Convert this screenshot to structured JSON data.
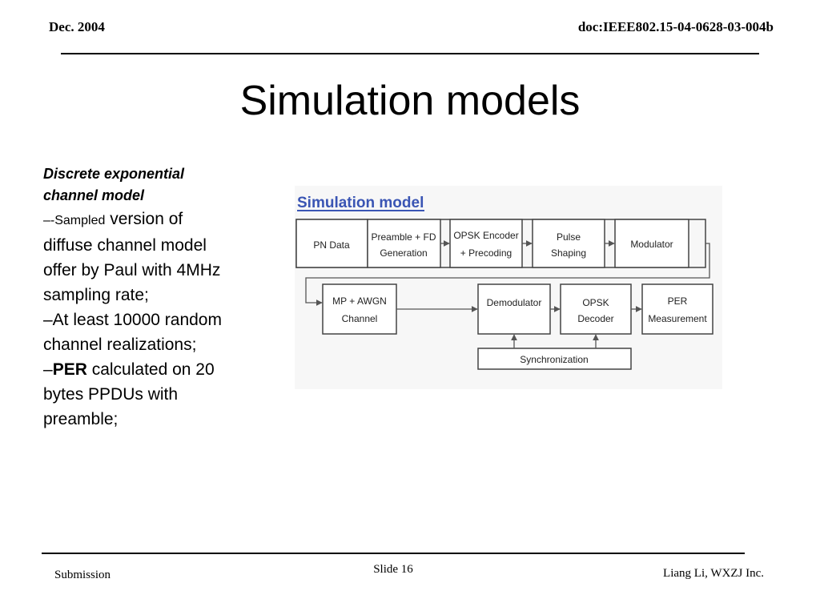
{
  "header": {
    "date": "Dec.  2004",
    "doc_id": "doc:IEEE802.15-04-0628-03-004b"
  },
  "slide": {
    "title": "Simulation models",
    "subheading_line1": "Discrete exponential",
    "subheading_line2": "channel model",
    "bullets": {
      "b1_prefix": "–-Sampled",
      "b1_rest": " version of",
      "b1_line2": "diffuse channel model",
      "b1_line3": "offer by Paul with 4MHz",
      "b1_line4": "sampling rate;",
      "b2_line1": "–At least 10000 random",
      "b2_line2": "channel realizations;",
      "b3_dash": "–",
      "b3_bold": "PER",
      "b3_rest": " calculated on 20",
      "b3_line2": "bytes PPDUs with",
      "b3_line3": "preamble;"
    }
  },
  "diagram": {
    "title": "Simulation model",
    "title_color": "#3a55b4",
    "blocks": {
      "pn_data": "PN Data",
      "preamble_1": "Preamble + FD",
      "preamble_2": "Generation",
      "encoder_1": "OPSK  Encoder",
      "encoder_2": "+ Precoding",
      "pulse_1": "Pulse",
      "pulse_2": "Shaping",
      "modulator": "Modulator",
      "mp_1": "MP + AWGN",
      "mp_2": "Channel",
      "demodulator": "Demodulator",
      "decoder_1": "OPSK",
      "decoder_2": "Decoder",
      "per_1": "PER",
      "per_2": "Measurement",
      "sync": "Synchronization"
    }
  },
  "footer": {
    "left": "Submission",
    "center": "Slide 16",
    "right": "Liang Li, WXZJ Inc."
  }
}
